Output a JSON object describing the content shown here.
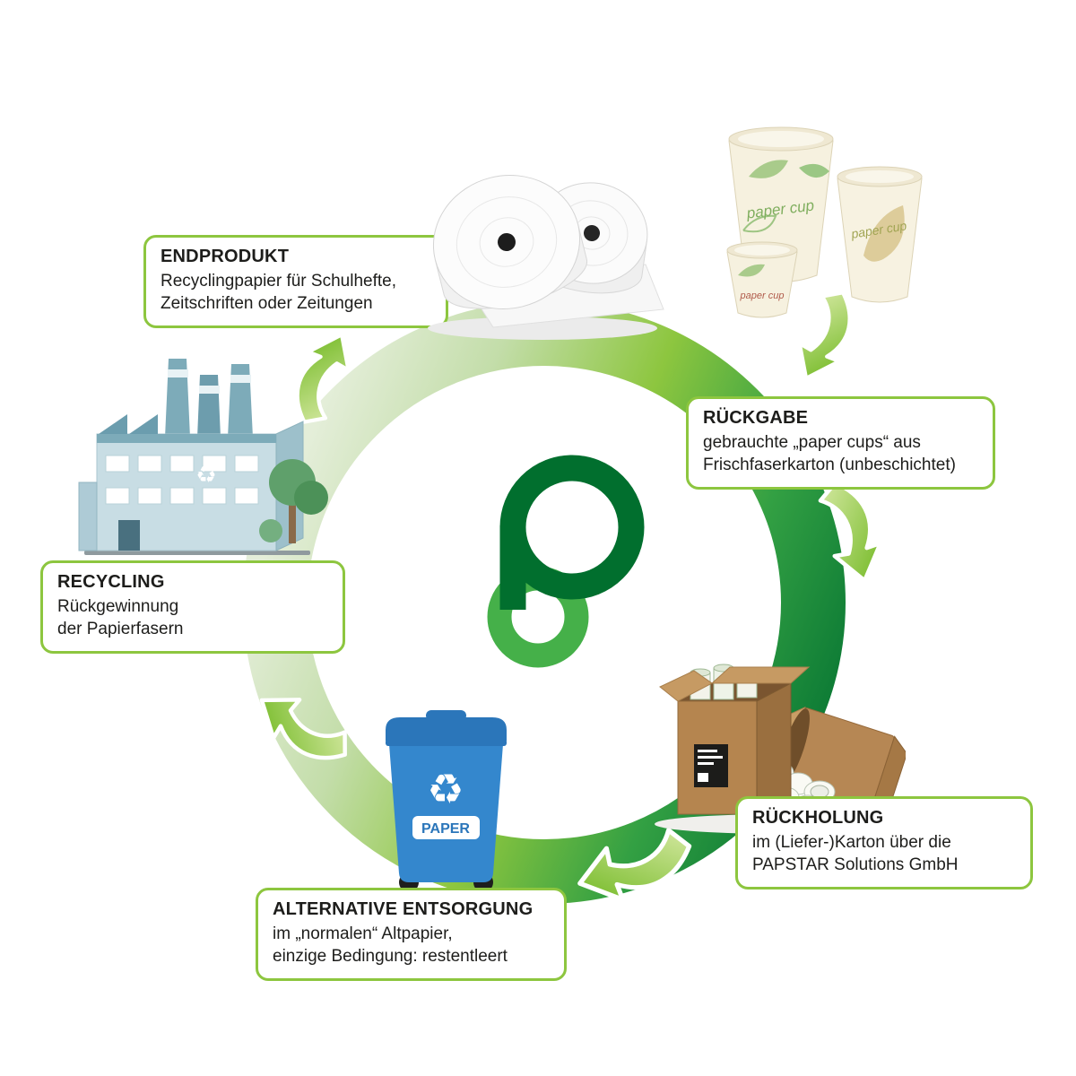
{
  "steps": {
    "endprodukt": {
      "title": "ENDPRODUKT",
      "line1": "Recyclingpapier für Schulhefte,",
      "line2": "Zeitschriften oder Zeitungen"
    },
    "rueckgabe": {
      "title": "RÜCKGABE",
      "line1": "gebrauchte „paper cups“ aus",
      "line2": "Frischfaserkarton (unbeschichtet)"
    },
    "rueckholung": {
      "title": "RÜCKHOLUNG",
      "line1": "im (Liefer-)Karton über die",
      "line2": "PAPSTAR Solutions GmbH"
    },
    "alternative_entsorgung": {
      "title": "ALTERNATIVE ENTSORGUNG",
      "line1": "im „normalen“ Altpapier,",
      "line2": "einzige Bedingung: restentleert"
    },
    "recycling": {
      "title": "RECYCLING",
      "line1": "Rückgewinnung",
      "line2": "der Papierfasern"
    }
  },
  "bin": {
    "label": "PAPER"
  },
  "cups": {
    "text_large": "paper cup",
    "text_medium": "paper cup",
    "text_small": "paper cup"
  },
  "icons": {
    "recycle": "♻"
  },
  "colors": {
    "accent_green": "#8dc63f",
    "ring_dark_green": "#0f7d36",
    "ring_light_green": "#e4eed9",
    "logo_dark_green": "#016f2e",
    "logo_light_green": "#45b049",
    "bin_blue": "#3487cd",
    "text_color": "#1d1d1b"
  }
}
